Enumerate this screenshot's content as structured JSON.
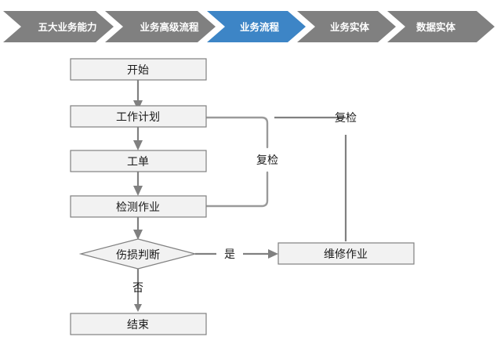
{
  "breadcrumb": {
    "active_index": 2,
    "active_color": "#3d85c6",
    "inactive_color": "#808080",
    "label_color": "#ffffff",
    "items": [
      {
        "label": "五大业务能力",
        "state": "inactive"
      },
      {
        "label": "业务高级流程",
        "state": "inactive"
      },
      {
        "label": "业务流程",
        "state": "active"
      },
      {
        "label": "业务实体",
        "state": "inactive"
      },
      {
        "label": "数据实体",
        "state": "inactive"
      }
    ]
  },
  "flowchart": {
    "type": "flowchart",
    "fill_color": "#f2f2f2",
    "stroke_color": "#808080",
    "text_color": "#1a1a1a",
    "nodes": [
      {
        "id": "start",
        "label": "开始",
        "shape": "rect"
      },
      {
        "id": "work_plan",
        "label": "工作计划",
        "shape": "rect"
      },
      {
        "id": "work_order",
        "label": "工单",
        "shape": "rect"
      },
      {
        "id": "inspection",
        "label": "检测作业",
        "shape": "rect"
      },
      {
        "id": "damage",
        "label": "伤损判断",
        "shape": "diamond"
      },
      {
        "id": "repair",
        "label": "维修作业",
        "shape": "rect"
      },
      {
        "id": "end",
        "label": "结束",
        "shape": "rect"
      }
    ],
    "edges": [
      {
        "from": "start",
        "to": "work_plan",
        "label": ""
      },
      {
        "from": "work_plan",
        "to": "work_order",
        "label": ""
      },
      {
        "from": "work_order",
        "to": "inspection",
        "label": ""
      },
      {
        "from": "inspection",
        "to": "damage",
        "label": ""
      },
      {
        "from": "damage",
        "to": "repair",
        "label": "是"
      },
      {
        "from": "damage",
        "to": "end",
        "label": "否"
      },
      {
        "from": "inspection",
        "to": "work_plan",
        "label": "复检"
      },
      {
        "from": "repair",
        "to": "work_plan",
        "label": "复检"
      }
    ],
    "edge_labels": {
      "yes": "是",
      "no": "否",
      "recheck_inner": "复检",
      "recheck_outer": "复检"
    }
  }
}
